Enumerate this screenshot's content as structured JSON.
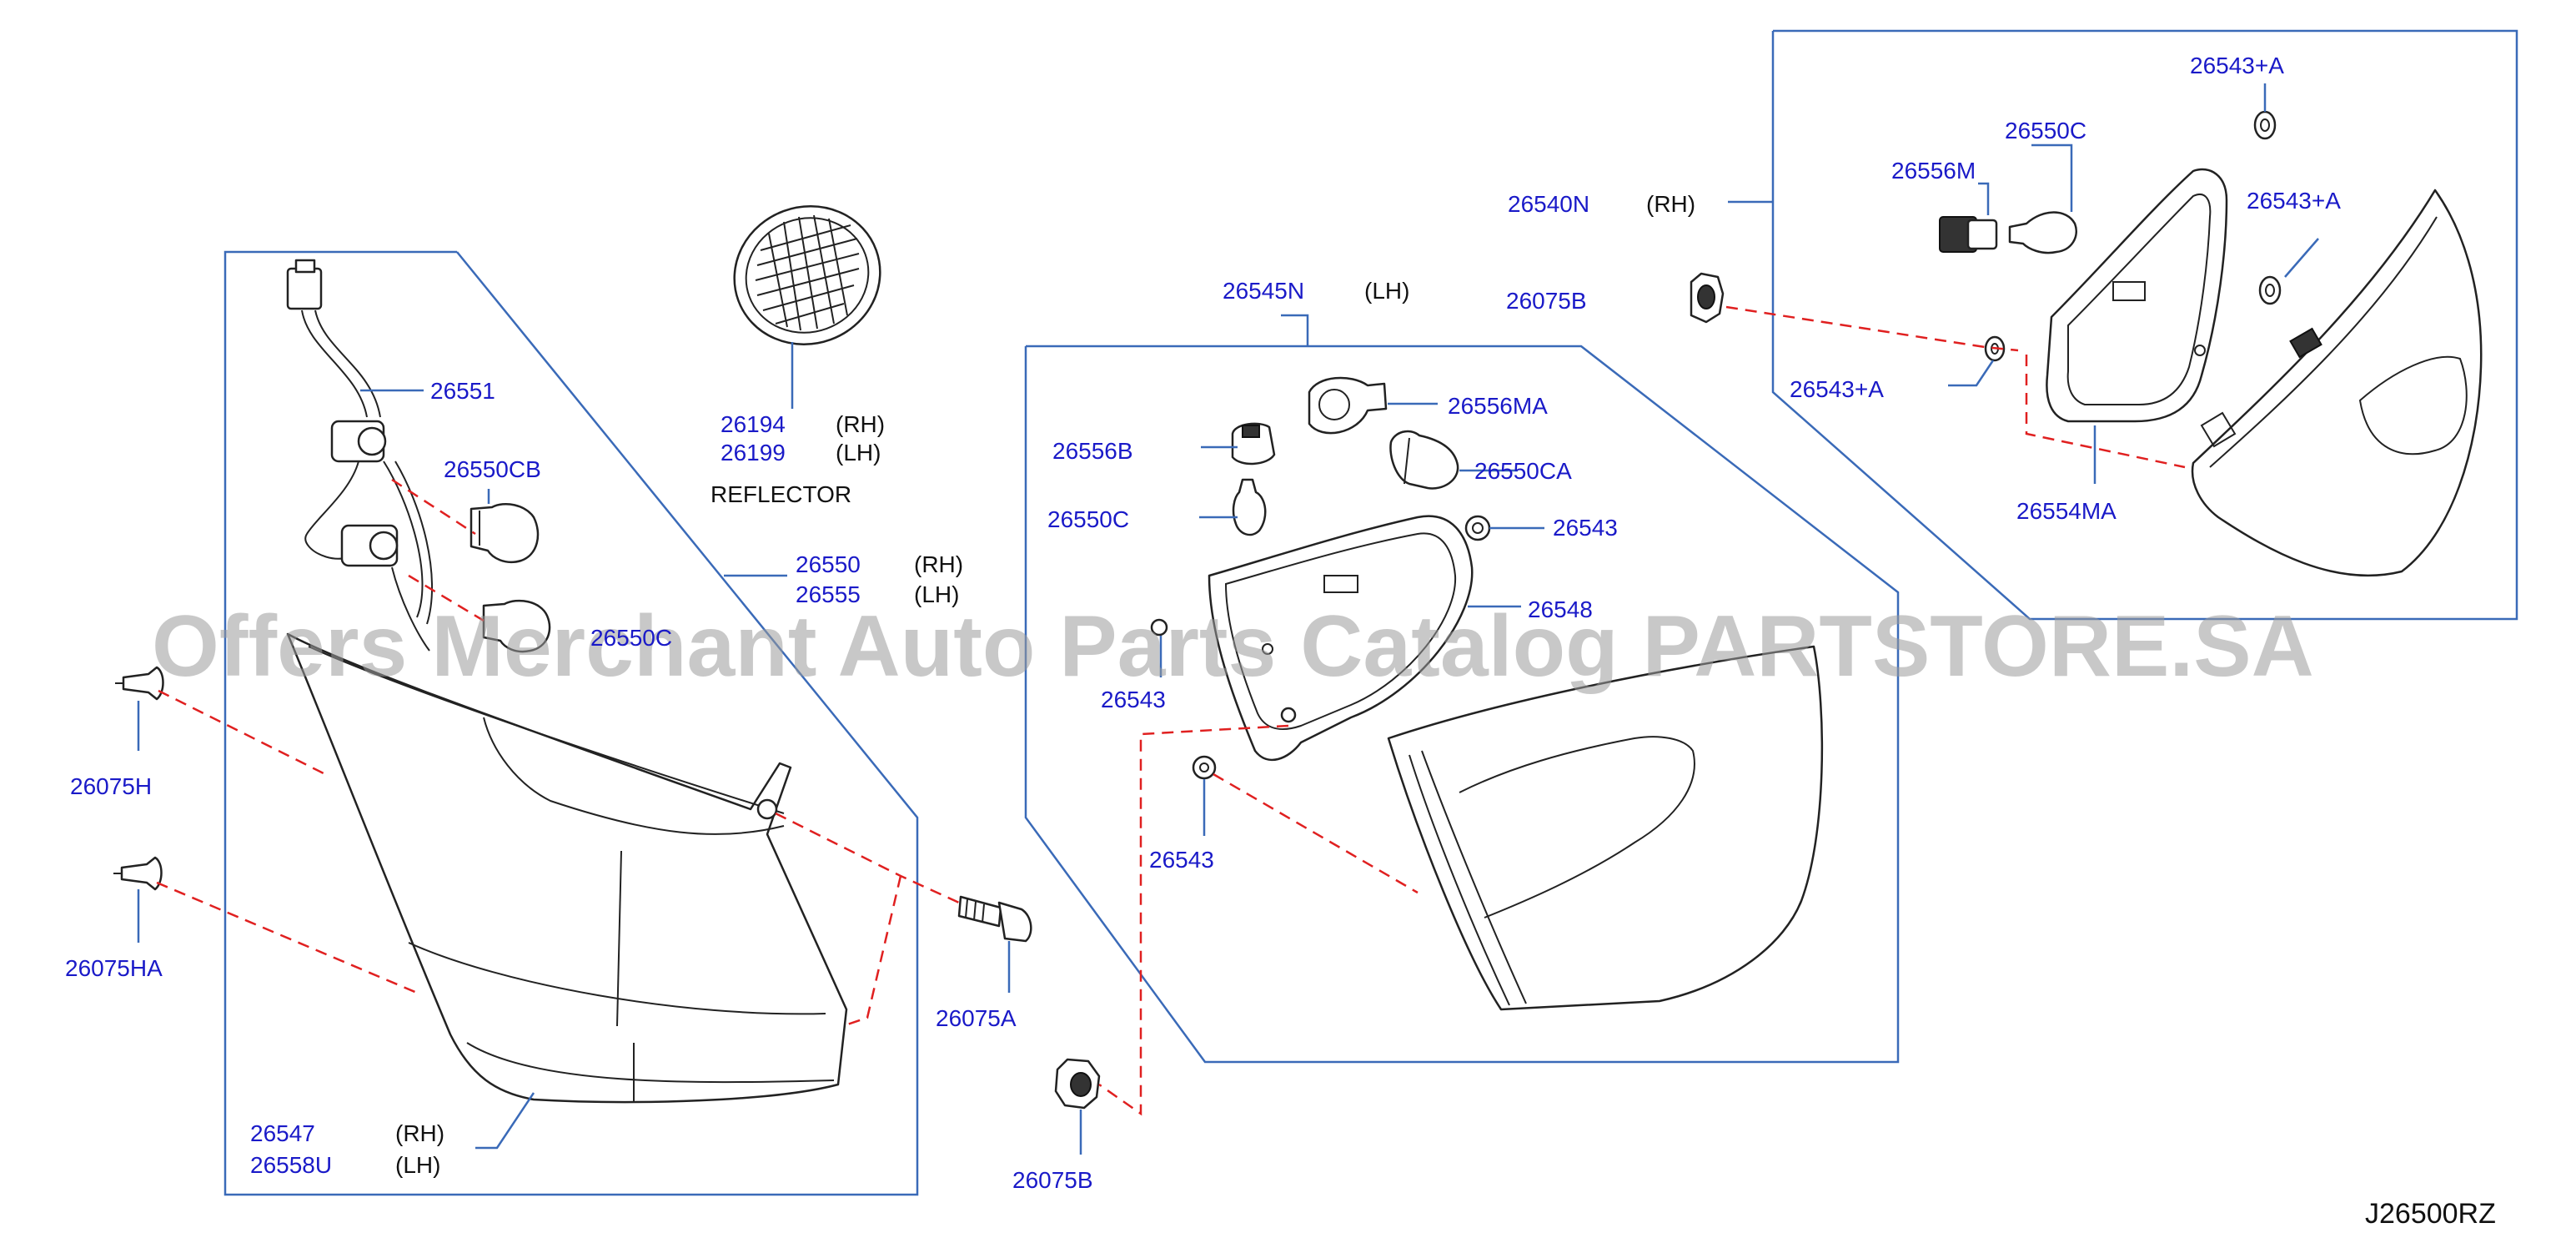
{
  "watermark": "Offers Merchant Auto Parts Catalog PARTSTORE.SA",
  "diagram_ref": "J26500RZ",
  "labels": {
    "p26551": "26551",
    "p26550CB": "26550CB",
    "p26550_left": "26550",
    "p26550_left_rh": "(RH)",
    "p26555": "26555",
    "p26555_lh": "(LH)",
    "p26550C_hidden": "26550C",
    "p26194": "26194",
    "p26194_rh": "(RH)",
    "p26199": "26199",
    "p26199_lh": "(LH)",
    "reflector": "REFLECTOR",
    "p26075H": "26075H",
    "p26075HA": "26075HA",
    "p26075A": "26075A",
    "p26547": "26547",
    "p26547_rh": "(RH)",
    "p26558U": "26558U",
    "p26558U_lh": "(LH)",
    "p26545N": "26545N",
    "p26545N_lh": "(LH)",
    "p26556B": "26556B",
    "p26556MA": "26556MA",
    "p26550CA": "26550CA",
    "p26550C_mid": "26550C",
    "p26543_a": "26543",
    "p26548": "26548",
    "p26543_b": "26543",
    "p26543_c": "26543",
    "p26075B_bottom": "26075B",
    "p26540N": "26540N",
    "p26540N_rh": "(RH)",
    "p26075B_right": "26075B",
    "p26543A_top": "26543+A",
    "p26550C_right": "26550C",
    "p26556M": "26556M",
    "p26543A_mid": "26543+A",
    "p26543A_low": "26543+A",
    "p26554MA": "26554MA"
  }
}
